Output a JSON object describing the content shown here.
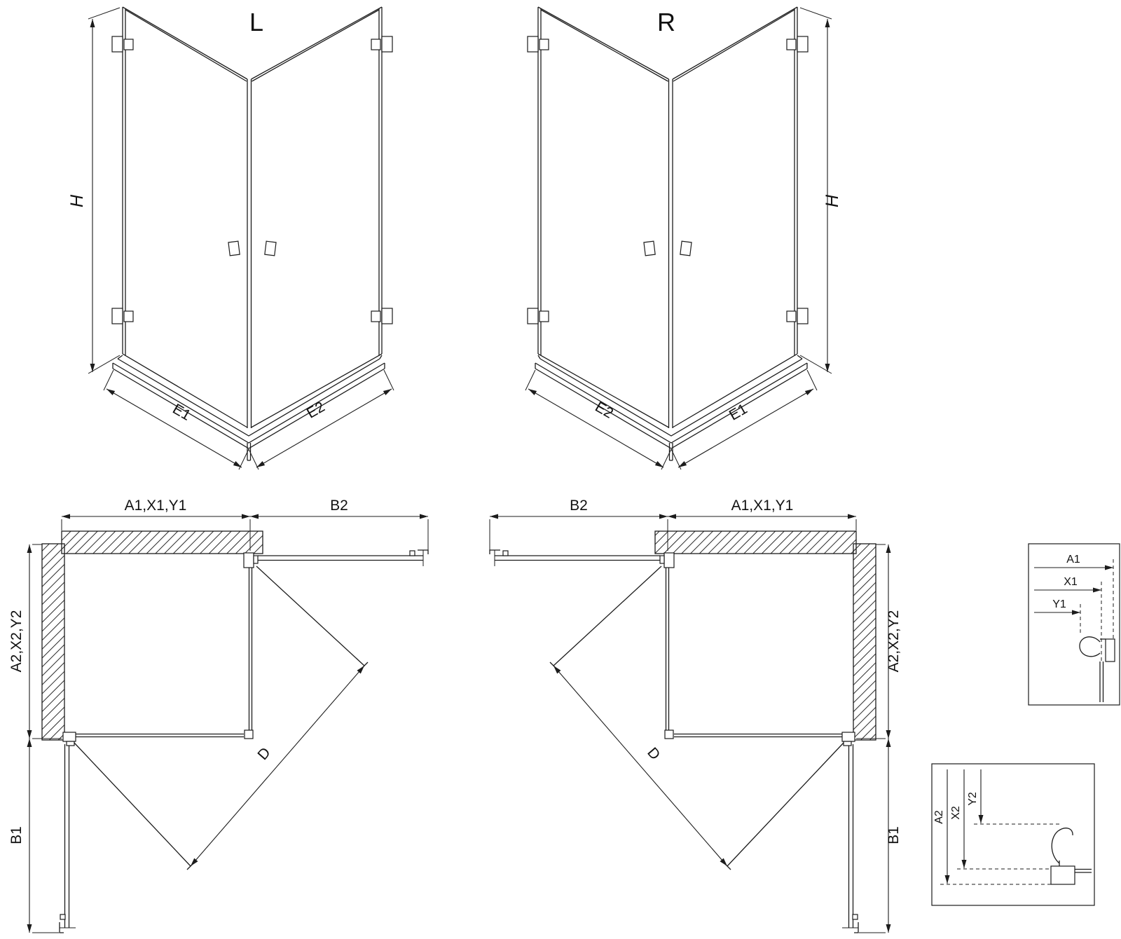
{
  "drawing": {
    "background": "#ffffff",
    "line_color": "#1c1c1c",
    "views": {
      "iso_left": {
        "variant_label": "L",
        "height_label": "H",
        "width_left_label": "E1",
        "width_right_label": "E2"
      },
      "iso_right": {
        "variant_label": "R",
        "height_label": "H",
        "width_left_label": "E2",
        "width_right_label": "E1"
      },
      "plan_left": {
        "top_span_left_label": "A1,X1,Y1",
        "top_span_right_label": "B2",
        "left_span_top_label": "A2,X2,Y2",
        "left_span_bottom_label": "B1",
        "diagonal_label": "D"
      },
      "plan_right": {
        "top_span_left_label": "B2",
        "top_span_right_label": "A1,X1,Y1",
        "right_span_top_label": "A2,X2,Y2",
        "right_span_bottom_label": "B1",
        "diagonal_label": "D"
      },
      "detail_horizontal": {
        "dim_labels": [
          "A1",
          "X1",
          "Y1"
        ]
      },
      "detail_vertical": {
        "dim_labels": [
          "A2",
          "X2",
          "Y2"
        ]
      }
    }
  }
}
